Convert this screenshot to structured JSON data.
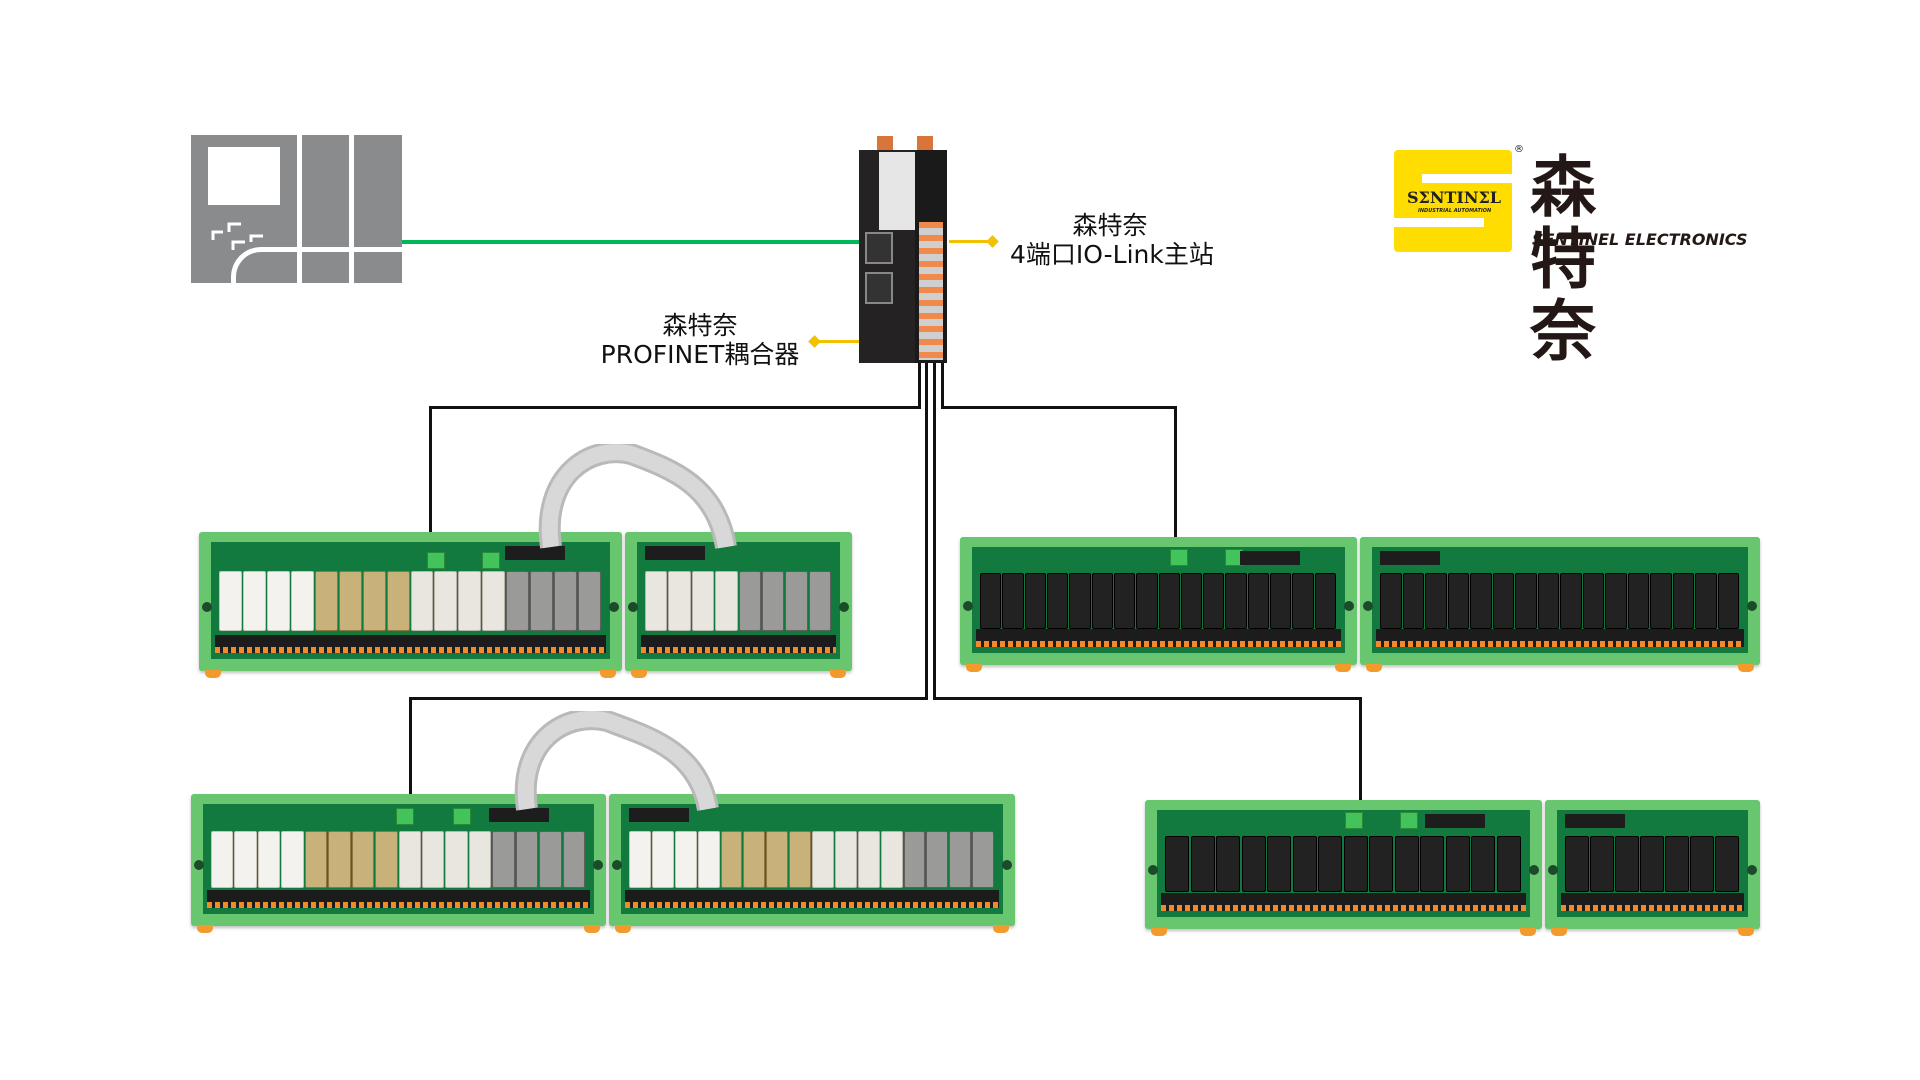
{
  "diagram": {
    "coupler_label": {
      "brand": "森特奈",
      "name": "PROFINET耦合器"
    },
    "iolink_label": {
      "brand": "森特奈",
      "name": "4端口IO-Link主站"
    }
  },
  "logo": {
    "mark_text": "SΣNTINΣL",
    "mark_subtext": "INDUSTRIAL AUTOMATION",
    "registered": "®",
    "cn_name": "森特奈",
    "en_name": "SENTINEL ELECTRONICS",
    "brand_color": "#ffdd00"
  },
  "colors": {
    "ethernet_line": "#00b85a",
    "leader_line": "#f2c200",
    "io_wire": "#111111",
    "plc_gray": "#8a8b8d"
  }
}
